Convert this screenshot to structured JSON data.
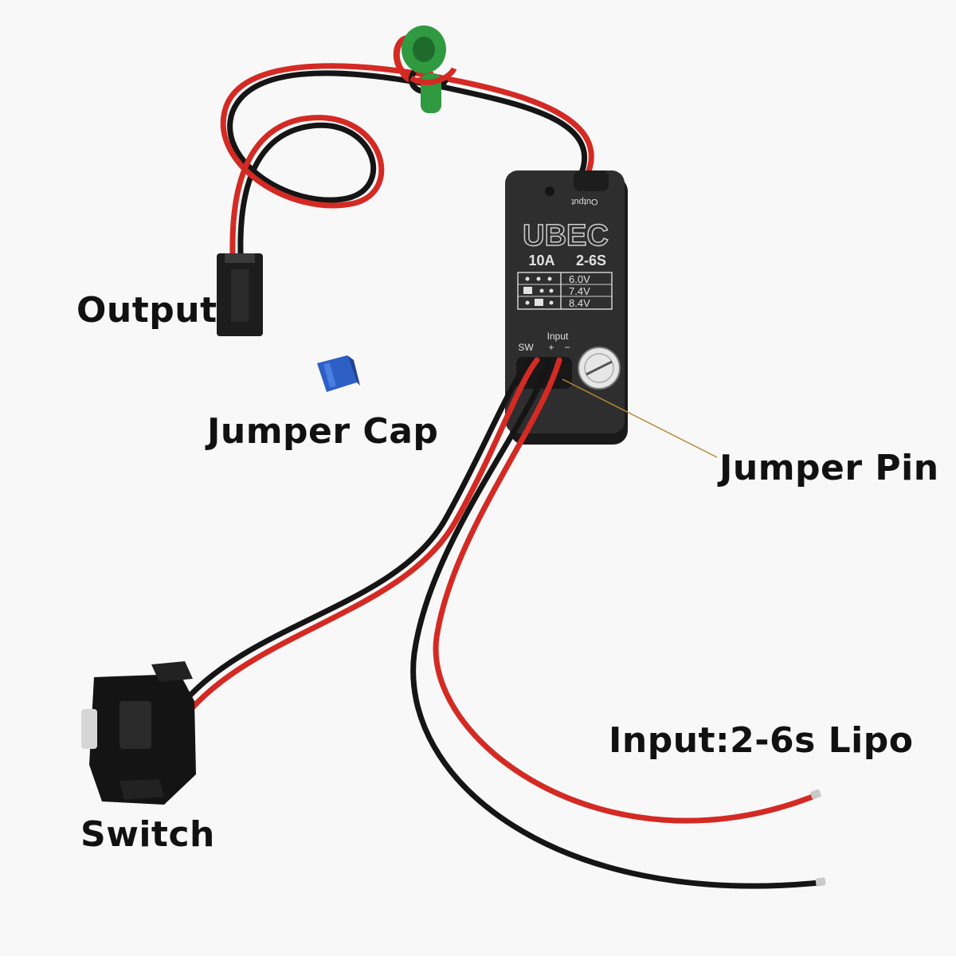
{
  "labels": {
    "output": "Output",
    "jumper_cap": "Jumper Cap",
    "jumper_pin": "Jumper Pin",
    "input": "Input:2-6s Lipo",
    "switch": "Switch"
  },
  "device": {
    "top_label": "Output",
    "brand": "UBEC",
    "current": "10A",
    "cells": "2-6S",
    "voltages": [
      "6.0V",
      "7.4V",
      "8.4V"
    ],
    "sw_label": "SW",
    "input_label": "Input",
    "plus_label": "+",
    "minus_label": "−"
  },
  "colors": {
    "background": "#f8f8f8",
    "wire_red": "#d42a24",
    "wire_black": "#151515",
    "case": "#2e2e2e",
    "ferrite": "#2f9a40",
    "jumper_cap": "#2d5fc4",
    "label": "#111111"
  }
}
